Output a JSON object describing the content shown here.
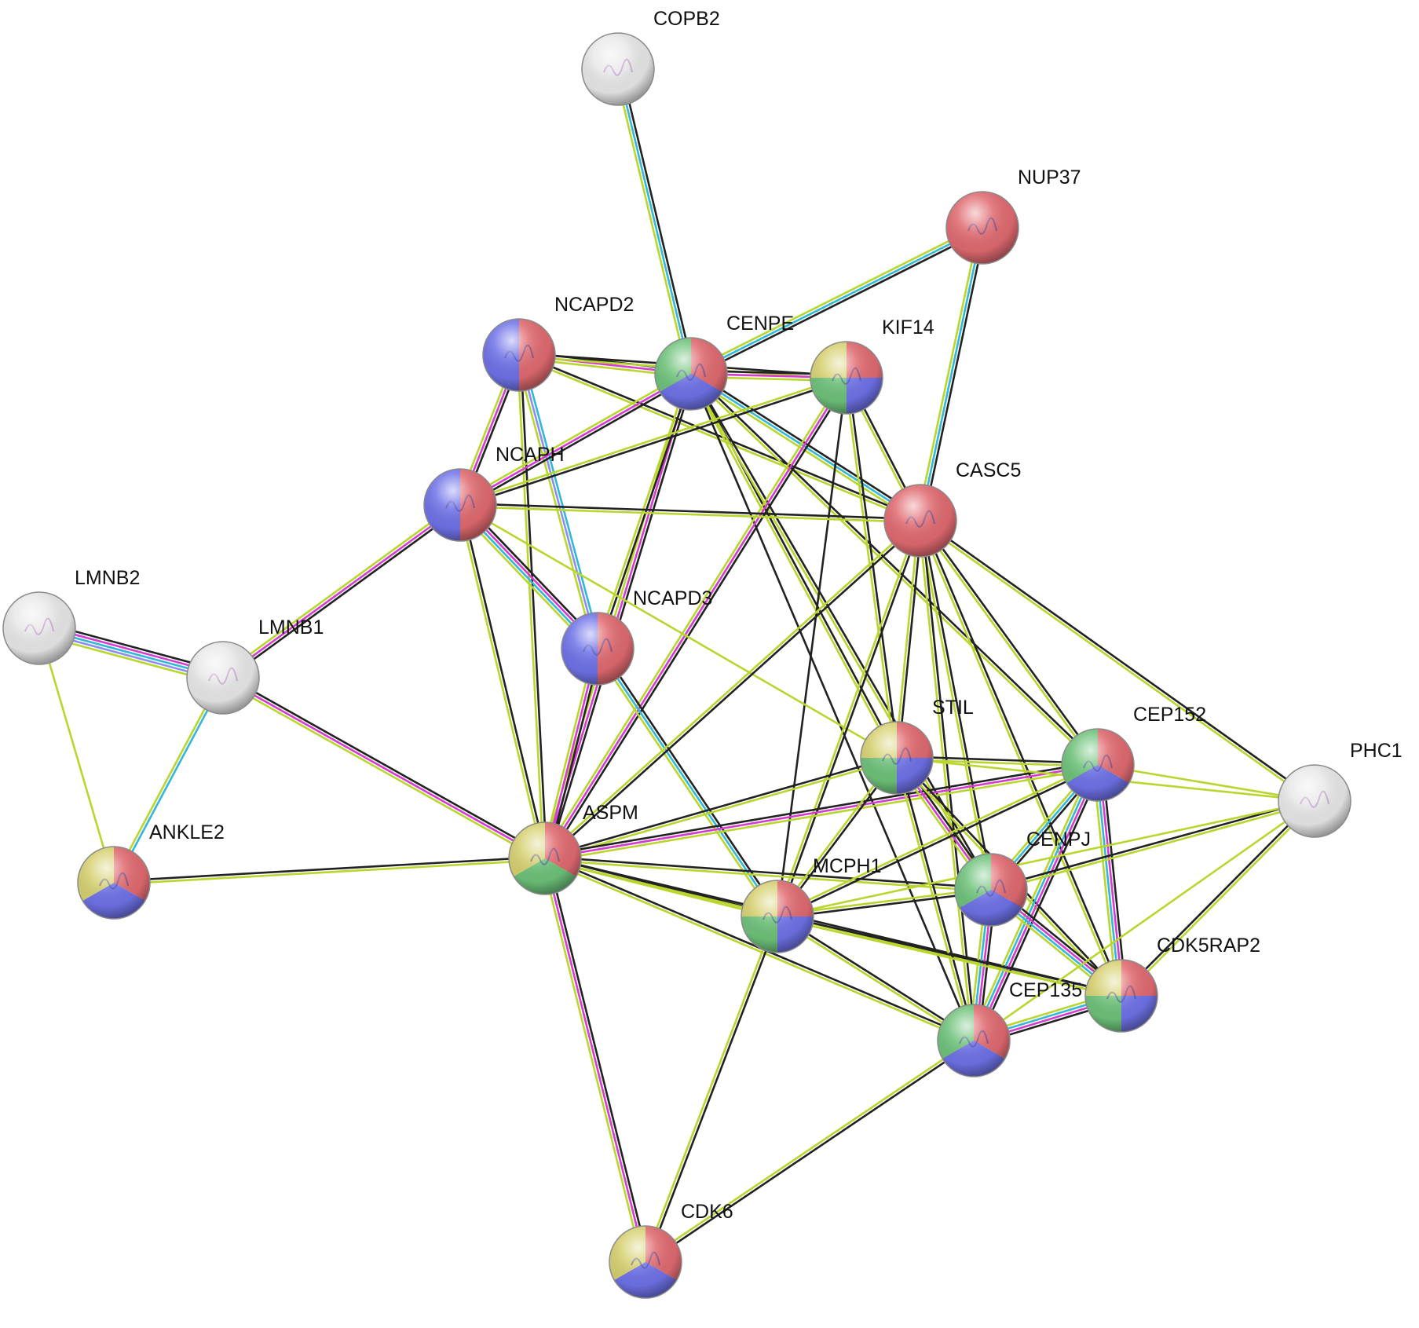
{
  "network": {
    "colors": {
      "red": "#E06A70",
      "green": "#6EC27A",
      "blue": "#6F72E8",
      "yellow": "#D6D070",
      "white": "#E8E8E8",
      "edge_black": "#222222",
      "edge_textmining": "#B9D62E",
      "edge_coexpression": "#2F2F2F",
      "edge_experimental": "#D53BD1",
      "edge_database": "#31B8D9",
      "edge_homology": "#8E8EF2"
    },
    "nodes": [
      {
        "id": "COPB2",
        "label": "COPB2",
        "colors": []
      },
      {
        "id": "NUP37",
        "label": "NUP37",
        "colors": [
          "red"
        ]
      },
      {
        "id": "NCAPD2",
        "label": "NCAPD2",
        "colors": [
          "red",
          "blue"
        ]
      },
      {
        "id": "CENPE",
        "label": "CENPE",
        "colors": [
          "red",
          "blue",
          "green"
        ]
      },
      {
        "id": "KIF14",
        "label": "KIF14",
        "colors": [
          "red",
          "blue",
          "green",
          "yellow"
        ]
      },
      {
        "id": "NCAPH",
        "label": "NCAPH",
        "colors": [
          "red",
          "blue"
        ]
      },
      {
        "id": "CASC5",
        "label": "CASC5",
        "colors": [
          "red"
        ]
      },
      {
        "id": "LMNB2",
        "label": "LMNB2",
        "colors": []
      },
      {
        "id": "LMNB1",
        "label": "LMNB1",
        "colors": []
      },
      {
        "id": "NCAPD3",
        "label": "NCAPD3",
        "colors": [
          "red",
          "blue"
        ]
      },
      {
        "id": "STIL",
        "label": "STIL",
        "colors": [
          "red",
          "blue",
          "green",
          "yellow"
        ]
      },
      {
        "id": "CEP152",
        "label": "CEP152",
        "colors": [
          "red",
          "blue",
          "green"
        ]
      },
      {
        "id": "PHC1",
        "label": "PHC1",
        "colors": []
      },
      {
        "id": "ANKLE2",
        "label": "ANKLE2",
        "colors": [
          "red",
          "blue",
          "yellow"
        ]
      },
      {
        "id": "ASPM",
        "label": "ASPM",
        "colors": [
          "red",
          "green",
          "yellow"
        ]
      },
      {
        "id": "CENPJ",
        "label": "CENPJ",
        "colors": [
          "red",
          "blue",
          "green"
        ]
      },
      {
        "id": "MCPH1",
        "label": "MCPH1",
        "colors": [
          "red",
          "blue",
          "green",
          "yellow"
        ]
      },
      {
        "id": "CDK5RAP2",
        "label": "CDK5RAP2",
        "colors": [
          "red",
          "blue",
          "green",
          "yellow"
        ]
      },
      {
        "id": "CEP135",
        "label": "CEP135",
        "colors": [
          "red",
          "blue",
          "green"
        ]
      },
      {
        "id": "CDK6",
        "label": "CDK6",
        "colors": [
          "red",
          "blue",
          "yellow"
        ]
      }
    ],
    "edges": [
      {
        "a": "COPB2",
        "b": "CENPE",
        "types": [
          "black",
          "database",
          "textmining"
        ]
      },
      {
        "a": "NUP37",
        "b": "CENPE",
        "types": [
          "black",
          "database",
          "textmining"
        ]
      },
      {
        "a": "NUP37",
        "b": "CASC5",
        "types": [
          "black",
          "database",
          "textmining"
        ]
      },
      {
        "a": "NCAPD2",
        "b": "CENPE",
        "types": [
          "black",
          "experimental",
          "textmining"
        ]
      },
      {
        "a": "NCAPD2",
        "b": "NCAPH",
        "types": [
          "black",
          "experimental",
          "textmining"
        ]
      },
      {
        "a": "NCAPD2",
        "b": "NCAPD3",
        "types": [
          "database",
          "homology",
          "textmining"
        ]
      },
      {
        "a": "NCAPD2",
        "b": "ASPM",
        "types": [
          "black",
          "textmining"
        ]
      },
      {
        "a": "NCAPD2",
        "b": "CASC5",
        "types": [
          "black",
          "textmining"
        ]
      },
      {
        "a": "NCAPD2",
        "b": "KIF14",
        "types": [
          "black",
          "textmining"
        ]
      },
      {
        "a": "CENPE",
        "b": "KIF14",
        "types": [
          "black",
          "experimental",
          "textmining"
        ]
      },
      {
        "a": "CENPE",
        "b": "NCAPH",
        "types": [
          "black",
          "experimental",
          "textmining"
        ]
      },
      {
        "a": "CENPE",
        "b": "CASC5",
        "types": [
          "black",
          "database",
          "textmining"
        ]
      },
      {
        "a": "CENPE",
        "b": "ASPM",
        "types": [
          "black",
          "experimental",
          "textmining"
        ]
      },
      {
        "a": "CENPE",
        "b": "STIL",
        "types": [
          "black",
          "textmining"
        ]
      },
      {
        "a": "CENPE",
        "b": "CEP152",
        "types": [
          "black",
          "textmining"
        ]
      },
      {
        "a": "CENPE",
        "b": "CENPJ",
        "types": [
          "black",
          "textmining"
        ]
      },
      {
        "a": "CENPE",
        "b": "NCAPD3",
        "types": [
          "black",
          "textmining"
        ]
      },
      {
        "a": "CENPE",
        "b": "CEP135",
        "types": [
          "black"
        ]
      },
      {
        "a": "KIF14",
        "b": "NCAPH",
        "types": [
          "black",
          "textmining"
        ]
      },
      {
        "a": "KIF14",
        "b": "CASC5",
        "types": [
          "black",
          "textmining"
        ]
      },
      {
        "a": "KIF14",
        "b": "ASPM",
        "types": [
          "black",
          "experimental",
          "textmining"
        ]
      },
      {
        "a": "KIF14",
        "b": "STIL",
        "types": [
          "black",
          "textmining"
        ]
      },
      {
        "a": "KIF14",
        "b": "MCPH1",
        "types": [
          "black"
        ]
      },
      {
        "a": "NCAPH",
        "b": "CASC5",
        "types": [
          "black",
          "textmining"
        ]
      },
      {
        "a": "NCAPH",
        "b": "NCAPD3",
        "types": [
          "black",
          "experimental",
          "database",
          "textmining"
        ]
      },
      {
        "a": "NCAPH",
        "b": "LMNB1",
        "types": [
          "black",
          "experimental",
          "textmining"
        ]
      },
      {
        "a": "NCAPH",
        "b": "ASPM",
        "types": [
          "black",
          "textmining"
        ]
      },
      {
        "a": "NCAPH",
        "b": "STIL",
        "types": [
          "textmining"
        ]
      },
      {
        "a": "LMNB2",
        "b": "LMNB1",
        "types": [
          "black",
          "experimental",
          "database",
          "homology",
          "textmining"
        ]
      },
      {
        "a": "LMNB2",
        "b": "ANKLE2",
        "types": [
          "textmining"
        ]
      },
      {
        "a": "LMNB1",
        "b": "ANKLE2",
        "types": [
          "database",
          "textmining"
        ]
      },
      {
        "a": "LMNB1",
        "b": "ASPM",
        "types": [
          "black",
          "experimental",
          "textmining"
        ]
      },
      {
        "a": "NCAPD3",
        "b": "ASPM",
        "types": [
          "black",
          "experimental",
          "textmining"
        ]
      },
      {
        "a": "NCAPD3",
        "b": "MCPH1",
        "types": [
          "black",
          "database",
          "textmining"
        ]
      },
      {
        "a": "CASC5",
        "b": "ASPM",
        "types": [
          "black",
          "textmining"
        ]
      },
      {
        "a": "CASC5",
        "b": "STIL",
        "types": [
          "black",
          "textmining"
        ]
      },
      {
        "a": "CASC5",
        "b": "CEP152",
        "types": [
          "black",
          "textmining"
        ]
      },
      {
        "a": "CASC5",
        "b": "CENPJ",
        "types": [
          "black",
          "textmining"
        ]
      },
      {
        "a": "CASC5",
        "b": "MCPH1",
        "types": [
          "black",
          "textmining"
        ]
      },
      {
        "a": "CASC5",
        "b": "CDK5RAP2",
        "types": [
          "black",
          "textmining"
        ]
      },
      {
        "a": "CASC5",
        "b": "CEP135",
        "types": [
          "black",
          "textmining"
        ]
      },
      {
        "a": "CASC5",
        "b": "PHC1",
        "types": [
          "black",
          "textmining"
        ]
      },
      {
        "a": "ANKLE2",
        "b": "ASPM",
        "types": [
          "black",
          "textmining"
        ]
      },
      {
        "a": "ASPM",
        "b": "STIL",
        "types": [
          "black",
          "textmining"
        ]
      },
      {
        "a": "ASPM",
        "b": "CEP152",
        "types": [
          "black",
          "experimental",
          "textmining"
        ]
      },
      {
        "a": "ASPM",
        "b": "CENPJ",
        "types": [
          "black",
          "textmining"
        ]
      },
      {
        "a": "ASPM",
        "b": "MCPH1",
        "types": [
          "black",
          "textmining"
        ]
      },
      {
        "a": "ASPM",
        "b": "CDK5RAP2",
        "types": [
          "black",
          "textmining"
        ]
      },
      {
        "a": "ASPM",
        "b": "CEP135",
        "types": [
          "black",
          "textmining"
        ]
      },
      {
        "a": "ASPM",
        "b": "CDK6",
        "types": [
          "black",
          "experimental",
          "textmining"
        ]
      },
      {
        "a": "STIL",
        "b": "CEP152",
        "types": [
          "black",
          "textmining"
        ]
      },
      {
        "a": "STIL",
        "b": "CENPJ",
        "types": [
          "black",
          "experimental",
          "textmining"
        ]
      },
      {
        "a": "STIL",
        "b": "MCPH1",
        "types": [
          "black",
          "textmining"
        ]
      },
      {
        "a": "STIL",
        "b": "CDK5RAP2",
        "types": [
          "black",
          "textmining"
        ]
      },
      {
        "a": "STIL",
        "b": "CEP135",
        "types": [
          "black",
          "textmining"
        ]
      },
      {
        "a": "STIL",
        "b": "PHC1",
        "types": [
          "textmining"
        ]
      },
      {
        "a": "CEP152",
        "b": "CENPJ",
        "types": [
          "black",
          "database",
          "textmining"
        ]
      },
      {
        "a": "CEP152",
        "b": "MCPH1",
        "types": [
          "black",
          "textmining"
        ]
      },
      {
        "a": "CEP152",
        "b": "CDK5RAP2",
        "types": [
          "black",
          "experimental",
          "database",
          "textmining"
        ]
      },
      {
        "a": "CEP152",
        "b": "CEP135",
        "types": [
          "black",
          "experimental",
          "database",
          "textmining"
        ]
      },
      {
        "a": "CEP152",
        "b": "PHC1",
        "types": [
          "textmining"
        ]
      },
      {
        "a": "CENPJ",
        "b": "MCPH1",
        "types": [
          "black",
          "textmining"
        ]
      },
      {
        "a": "CENPJ",
        "b": "CDK5RAP2",
        "types": [
          "black",
          "experimental",
          "database",
          "textmining"
        ]
      },
      {
        "a": "CENPJ",
        "b": "CEP135",
        "types": [
          "black",
          "experimental",
          "database",
          "textmining"
        ]
      },
      {
        "a": "CENPJ",
        "b": "PHC1",
        "types": [
          "black",
          "textmining"
        ]
      },
      {
        "a": "MCPH1",
        "b": "CDK5RAP2",
        "types": [
          "black",
          "textmining"
        ]
      },
      {
        "a": "MCPH1",
        "b": "CEP135",
        "types": [
          "black",
          "textmining"
        ]
      },
      {
        "a": "MCPH1",
        "b": "CDK6",
        "types": [
          "black",
          "textmining"
        ]
      },
      {
        "a": "MCPH1",
        "b": "PHC1",
        "types": [
          "textmining"
        ]
      },
      {
        "a": "CDK5RAP2",
        "b": "CEP135",
        "types": [
          "black",
          "experimental",
          "database",
          "textmining"
        ]
      },
      {
        "a": "CDK5RAP2",
        "b": "PHC1",
        "types": [
          "black",
          "textmining"
        ]
      },
      {
        "a": "CEP135",
        "b": "PHC1",
        "types": [
          "textmining"
        ]
      },
      {
        "a": "CEP135",
        "b": "CDK6",
        "types": [
          "black",
          "textmining"
        ]
      }
    ]
  }
}
